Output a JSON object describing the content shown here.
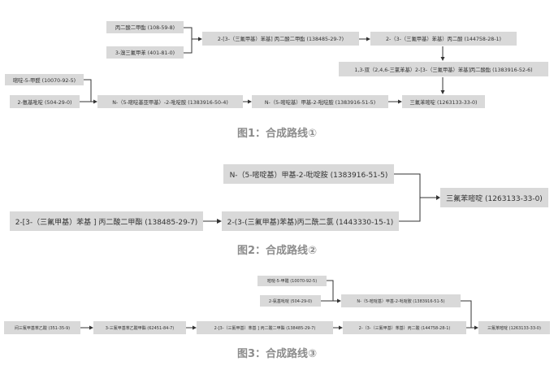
{
  "route1": {
    "caption": "图1：合成路线①",
    "box_a": "丙二酸二甲酯 (108-59-8)",
    "box_b": "3-溴三氟甲苯 (401-81-0)",
    "box_c": "2-[3-（三氟甲基）苯基] 丙二酸二甲酯 (138485-29-7)",
    "box_d": "2-（3-（三氟甲基）苯基）丙二酸 (144758-28-1)",
    "box_e": "1,3-双（2,4,6-三氯苯基）2-[3-（三氟甲基）苯基]丙二酸酯 (1383916-52-6)",
    "box_f": "嘧啶-5-甲醛 (10070-92-5)",
    "box_g": "2-氨基吡啶 (504-29-0)",
    "box_h": "N-（5-嘧啶基亚甲基）-2-吡啶胺 (1383916-50-4)",
    "box_i": "N-（5-嘧啶基）甲基-2-吡啶胺 (1383916-51-5)",
    "box_j": "三氟苯嘧啶 (1263133-33-0)"
  },
  "route2": {
    "caption": "图2：合成路线②",
    "box_a": "N-（5-嘧啶基）甲基-2-吡啶胺 (1383916-51-5)",
    "box_b": "2-[3-（三氟甲基）苯基 ] 丙二酸二甲酯 (138485-29-7)",
    "box_c": "2-(3-(三氟甲基)苯基)丙二酰二氯 (1443330-15-1)",
    "box_d": "三氟苯嘧啶 (1263133-33-0)"
  },
  "route3": {
    "caption": "图3：合成路线③",
    "box_a": "嘧啶-5-甲醛 (10070-92-5)",
    "box_b": "2-氨基吡啶 (504-29-0)",
    "box_c": "N-（5-嘧啶基）甲基-2-吡啶胺 (1383916-51-5)",
    "box_d": "间三氟甲基苯乙酸 (351-35-9)",
    "box_e": "3-三氟甲基苯乙酸甲酯 (62451-84-7)",
    "box_f": "2-[3-（三氟甲基）苯基 ] 丙二酸二甲酯 (138485-29-7)",
    "box_g": "2-（3-（三氟甲基）苯基）丙二酸 (144758-28-1)",
    "box_h": "三氟苯嘧啶 (1263133-33-0)"
  }
}
